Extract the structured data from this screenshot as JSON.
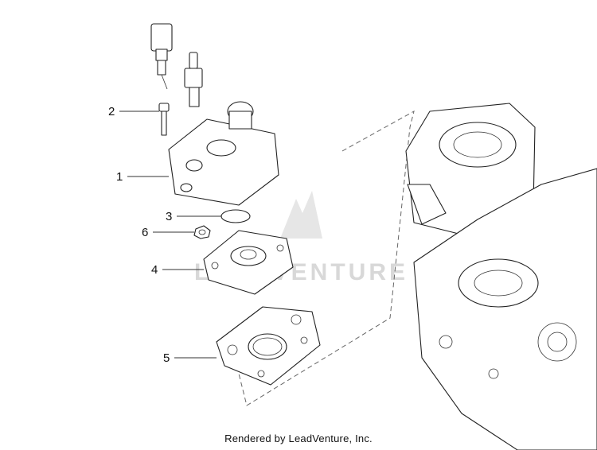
{
  "callouts": [
    {
      "number": "1",
      "part": "cylinder-head-cover"
    },
    {
      "number": "2",
      "part": "bolt"
    },
    {
      "number": "3",
      "part": "o-ring"
    },
    {
      "number": "6",
      "part": "nut"
    },
    {
      "number": "4",
      "part": "cylinder-head"
    },
    {
      "number": "5",
      "part": "head-gasket"
    }
  ],
  "watermark": {
    "text": "LEADVENTURE"
  },
  "footer": {
    "credit": "Rendered by LeadVenture, Inc."
  },
  "colors": {
    "line": "#222222",
    "watermark": "#d8d8d8",
    "background": "#ffffff"
  }
}
